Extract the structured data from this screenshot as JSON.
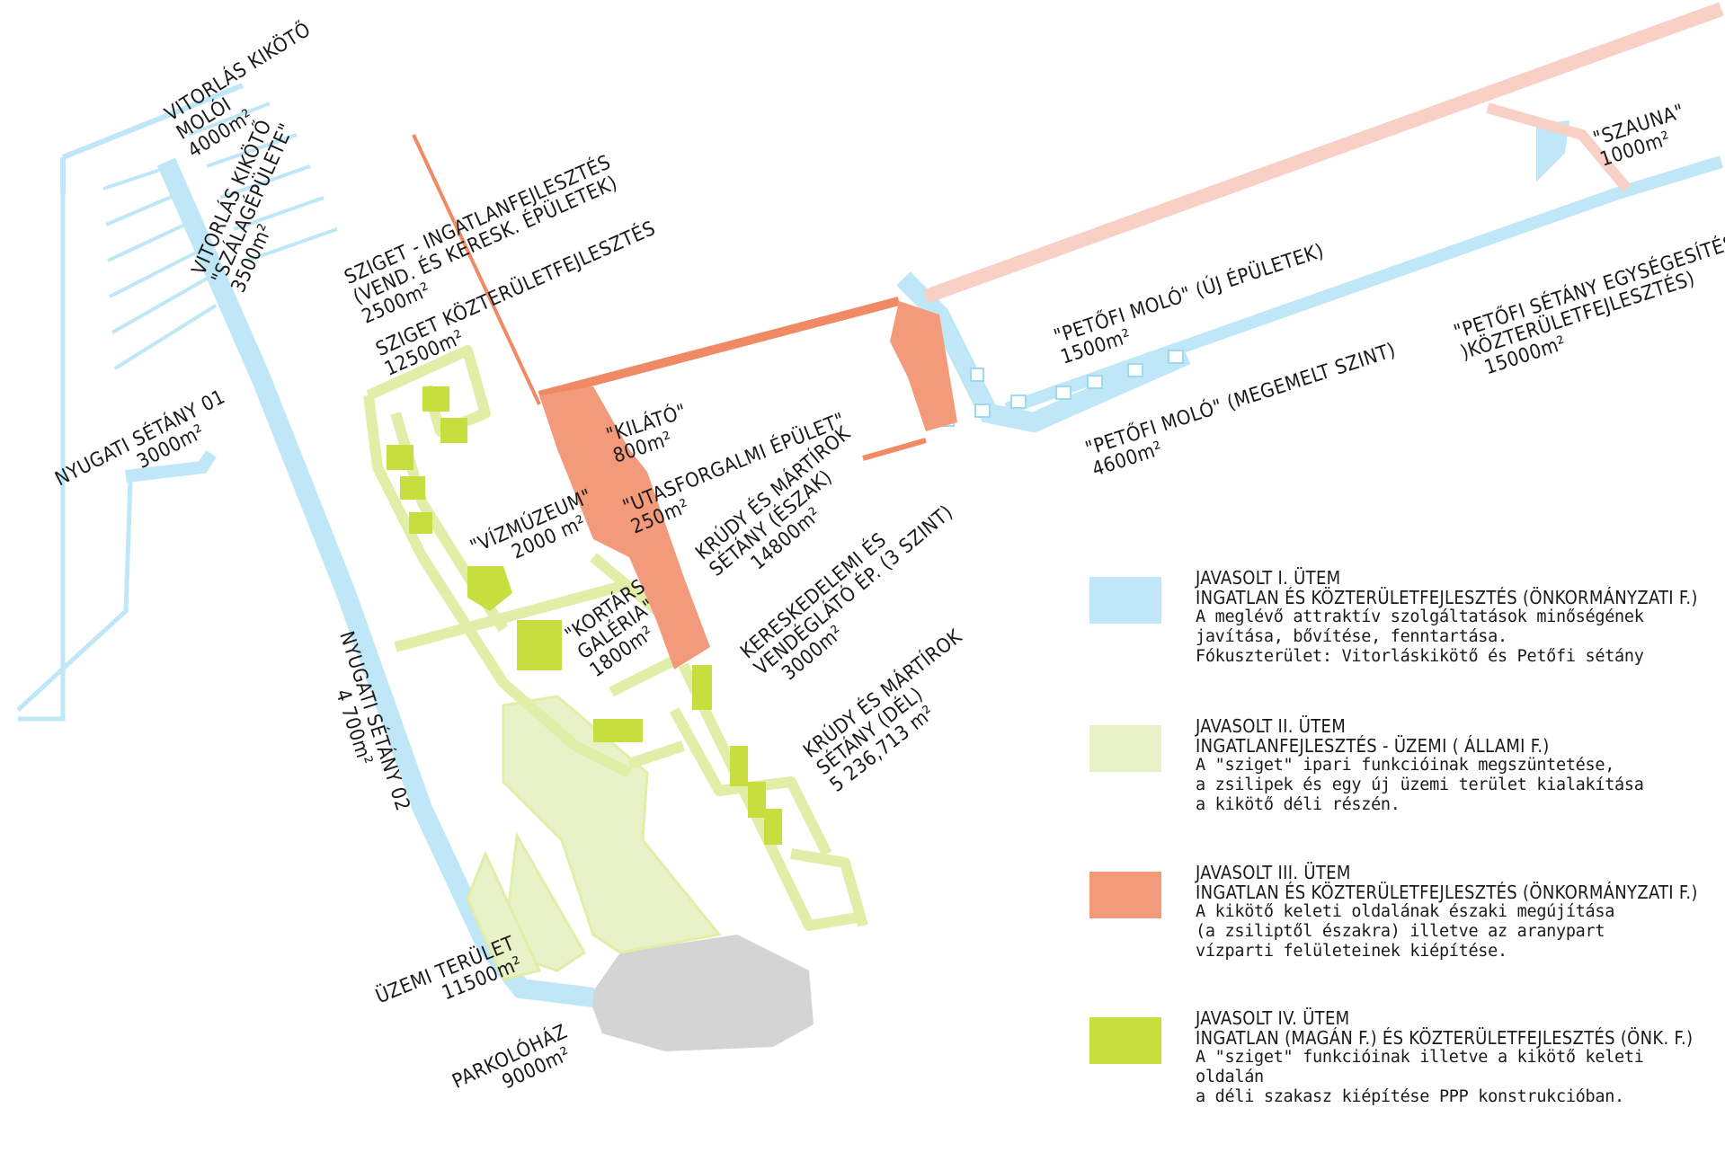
{
  "colors": {
    "blue": "#bfe7f7",
    "blue_line": "#9fd9f0",
    "pale_green": "#e8f2c8",
    "green_outline": "#e0eea7",
    "green": "#c6df3f",
    "orange": "#f39a7a",
    "orange_line": "#ef8a65",
    "pink": "#f8d0c6",
    "grey": "#d4d4d4"
  },
  "labels": {
    "vitorlas_molo": [
      "VITORLÁS KIKÖTŐ",
      "MOLÓI",
      "4000m²"
    ],
    "vitorlas_szalag": [
      "VITORLÁS KIKÖTŐ",
      "\"SZÁLAGÉPÜLETE\"",
      "3500m²"
    ],
    "nyugati_01": [
      "NYUGATI SÉTÁNY 01",
      "3000m²"
    ],
    "sziget_ingatlan": [
      "SZIGET - INGATLANFEJLESZTÉS",
      "(VEND. ÉS KERESK. ÉPÜLETEK)",
      "2500m²"
    ],
    "sziget_kozterulet": [
      "SZIGET KÖZTERÜLETFEJLESZTÉS",
      "12500m²"
    ],
    "kilato": [
      "\"KILÁTÓ\"",
      "800m²"
    ],
    "utasforgalmi": [
      "\"UTASFORGALMI ÉPÜLET\"",
      "250m²"
    ],
    "vizmuzeum": [
      "\"VÍZMÚZEUM\"",
      "2000 m²"
    ],
    "krudy_eszak": [
      "KRÚDY ÉS MÁRTÍROK",
      "SÉTÁNY (ÉSZAK)",
      "14800m²"
    ],
    "kortars": [
      "\"KORTÁRS",
      "GALÉRIA\"",
      "1800m²"
    ],
    "kereskedelmi": [
      "KERESKEDELEMI ÉS",
      "VENDÉGLÁTÓ ÉP. (3 SZINT)",
      "3000m²"
    ],
    "krudy_del": [
      "KRÚDY ÉS MÁRTÍROK",
      "SÉTÁNY (DÉL)",
      "5 236,713 m²"
    ],
    "nyugati_02": [
      "NYUGATI SÉTÁNY 02",
      "4 700m²"
    ],
    "uzemi": [
      "ÜZEMI TERÜLET",
      "11500m²"
    ],
    "parkolohaz": [
      "PARKOLÓHÁZ",
      "9000m²"
    ],
    "petofi_uj": [
      "\"PETŐFI MOLÓ\" (ÚJ ÉPÜLETEK)",
      "1500m²"
    ],
    "petofi_megemelt": [
      "\"PETŐFI MOLÓ\" (MEGEMELT SZINT)",
      "4600m²"
    ],
    "petofi_setany": [
      "\"PETŐFI SÉTÁNY EGYSÉGESÍTÉSE",
      ")KÖZTERÜLETFEJLESZTÉS)",
      "15000m²"
    ],
    "szauna": [
      "\"SZAUNA\"",
      "1000m²"
    ]
  },
  "legend": [
    {
      "color": "#bfe7f7",
      "title": [
        "JAVASOLT I. ÜTEM",
        "INGATLAN ÉS KÖZTERÜLETFEJLESZTÉS (ÖNKORMÁNYZATI F.)"
      ],
      "body": [
        "A meglévő attraktív szolgáltatások minőségének",
        "javítása, bővítése, fenntartása.",
        "Fókuszterület: Vitorláskikötő és Petőfi sétány"
      ]
    },
    {
      "color": "#e8f2c8",
      "title": [
        "JAVASOLT II. ÜTEM",
        "INGATLANFEJLESZTÉS - ÜZEMI ( ÁLLAMI F.)"
      ],
      "body": [
        "A \"sziget\" ipari funkcióinak megszüntetése,",
        "a zsilipek és egy új üzemi terület kialakítása",
        "a kikötő déli részén."
      ]
    },
    {
      "color": "#f39a7a",
      "title": [
        "JAVASOLT III. ÜTEM",
        "INGATLAN ÉS KÖZTERÜLETFEJLESZTÉS (ÖNKORMÁNYZATI F.)"
      ],
      "body": [
        "A kikötő keleti oldalának északi megújítása",
        "(a zsiliptől északra) illetve az aranypart",
        "vízparti felületeinek kiépítése."
      ]
    },
    {
      "color": "#c6df3f",
      "title": [
        "JAVASOLT IV. ÜTEM",
        "INGATLAN (MAGÁN F.) ÉS KÖZTERÜLETFEJLESZTÉS (ÖNK. F.)"
      ],
      "body": [
        "A \"sziget\" funkcióinak  illetve a kikötő keleti oldalán",
        "a déli szakasz kiépítése PPP konstrukcióban."
      ]
    }
  ]
}
